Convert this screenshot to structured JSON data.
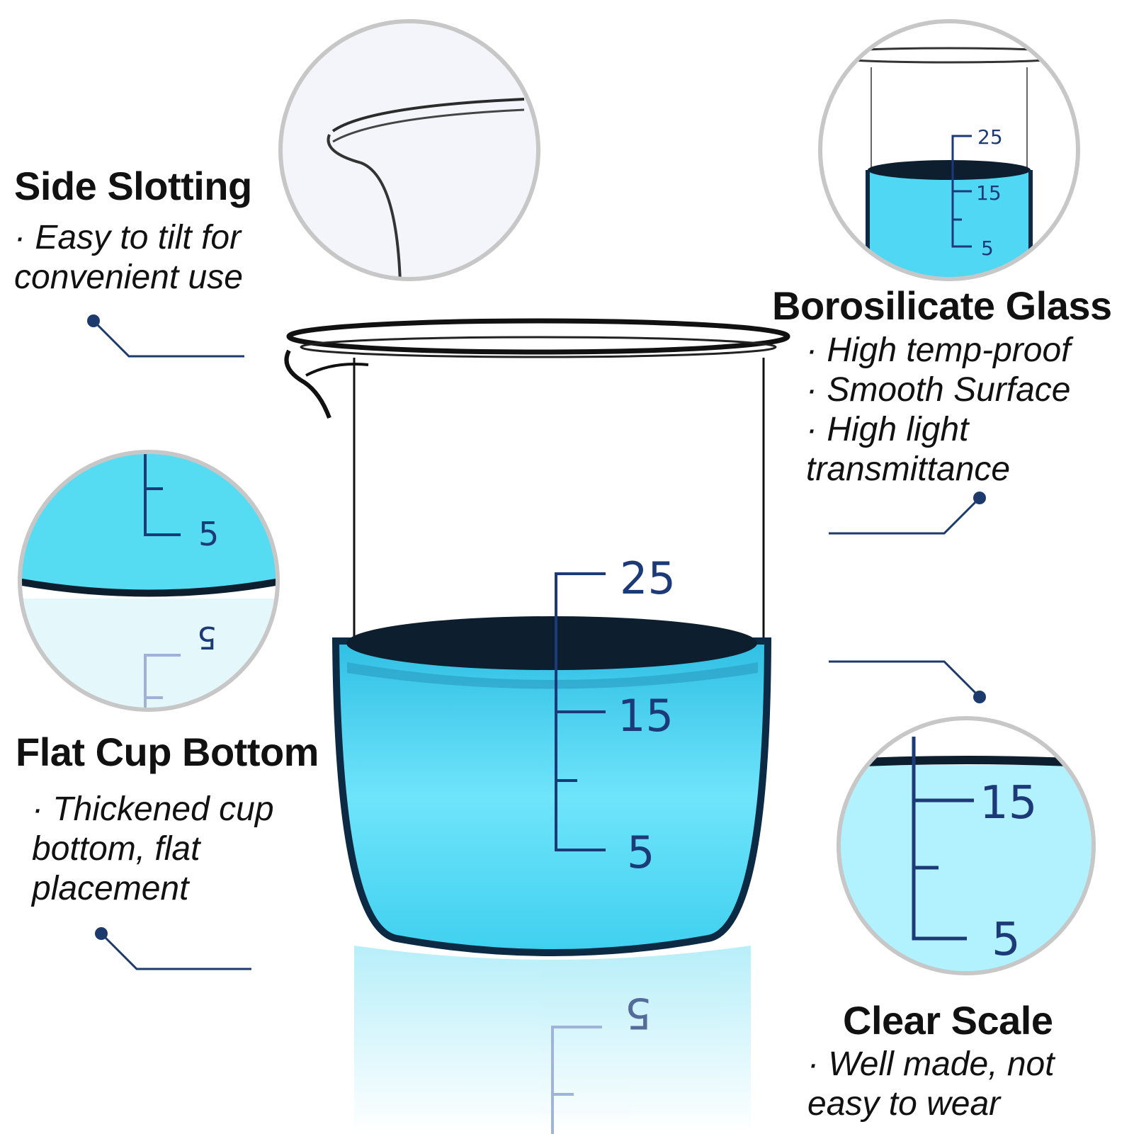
{
  "features": {
    "side_slotting": {
      "title": "Side Slotting",
      "lines": [
        "· Easy to tilt for",
        "convenient use"
      ]
    },
    "borosilicate": {
      "title": "Borosilicate Glass",
      "lines": [
        "· High temp-proof",
        "· Smooth Surface",
        "· High light",
        "transmittance"
      ]
    },
    "flat_bottom": {
      "title": "Flat Cup Bottom",
      "lines": [
        "· Thickened cup",
        "bottom, flat",
        "placement"
      ]
    },
    "clear_scale": {
      "title": "Clear Scale",
      "lines": [
        "· Well made, not",
        "easy to wear"
      ]
    }
  },
  "scale": {
    "main": [
      "25",
      "15",
      "5"
    ],
    "zoom_top_right": [
      "25",
      "15",
      "5"
    ],
    "zoom_left": [
      "5",
      "5"
    ],
    "zoom_bottom_right": [
      "15",
      "5"
    ],
    "reflection": [
      "5"
    ]
  },
  "colors": {
    "liquid": "#3fd0ef",
    "liquid_light": "#9fefff",
    "scale_mark": "#1d3a78",
    "leader": "#1c3a6b",
    "circle_border": "#c7c7c7"
  }
}
